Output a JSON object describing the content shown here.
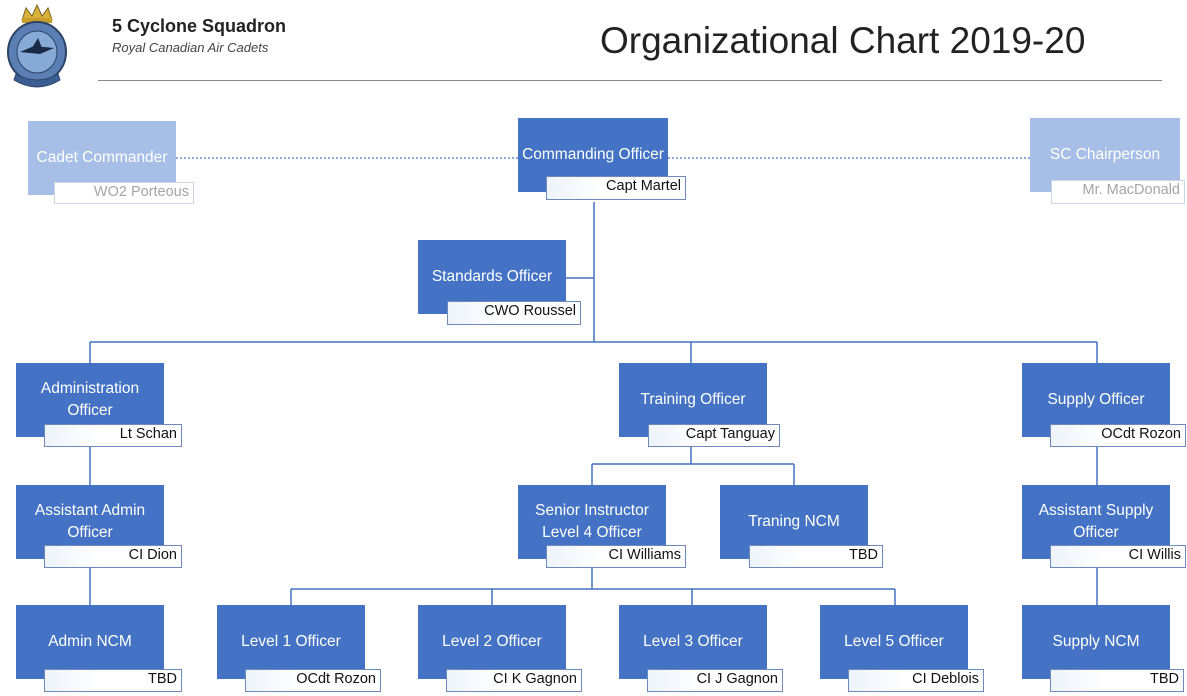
{
  "header": {
    "squadron_name": "5 Cyclone Squadron",
    "squadron_subtitle": "Royal Canadian Air Cadets",
    "page_title": "Organizational Chart 2019-20",
    "crest_icon": "air-cadet-crest-icon"
  },
  "colors": {
    "box_fill": "#4472c4",
    "box_fill_advisory": "#a7bfe6",
    "name_border": "#6d8ab8",
    "connector": "#4472c4",
    "advisory_connector": "#8fa9d8"
  },
  "nodes": {
    "cadet_commander": {
      "role": "Cadet Commander",
      "name": "WO2 Porteous"
    },
    "commanding_officer": {
      "role": "Commanding Officer",
      "name": "Capt Martel"
    },
    "sc_chairperson": {
      "role": "SC Chairperson",
      "name": "Mr. MacDonald"
    },
    "standards_officer": {
      "role": "Standards Officer",
      "name": "CWO Roussel"
    },
    "administration_officer": {
      "role": "Administration Officer",
      "name": "Lt Schan"
    },
    "training_officer": {
      "role": "Training Officer",
      "name": "Capt Tanguay"
    },
    "supply_officer": {
      "role": "Supply Officer",
      "name": "OCdt Rozon"
    },
    "assistant_admin_officer": {
      "role": "Assistant Admin Officer",
      "name": "CI Dion"
    },
    "senior_instructor": {
      "role": "Senior Instructor Level 4 Officer",
      "name": "CI Williams"
    },
    "training_ncm": {
      "role": "Traning NCM",
      "name": "TBD"
    },
    "assistant_supply_officer": {
      "role": "Assistant Supply Officer",
      "name": "CI Willis"
    },
    "admin_ncm": {
      "role": "Admin NCM",
      "name": "TBD"
    },
    "level1_officer": {
      "role": "Level 1 Officer",
      "name": "OCdt Rozon"
    },
    "level2_officer": {
      "role": "Level 2 Officer",
      "name": "CI K Gagnon"
    },
    "level3_officer": {
      "role": "Level 3 Officer",
      "name": "CI J Gagnon"
    },
    "level5_officer": {
      "role": "Level 5 Officer",
      "name": "CI Deblois"
    },
    "supply_ncm": {
      "role": "Supply NCM",
      "name": "TBD"
    }
  }
}
